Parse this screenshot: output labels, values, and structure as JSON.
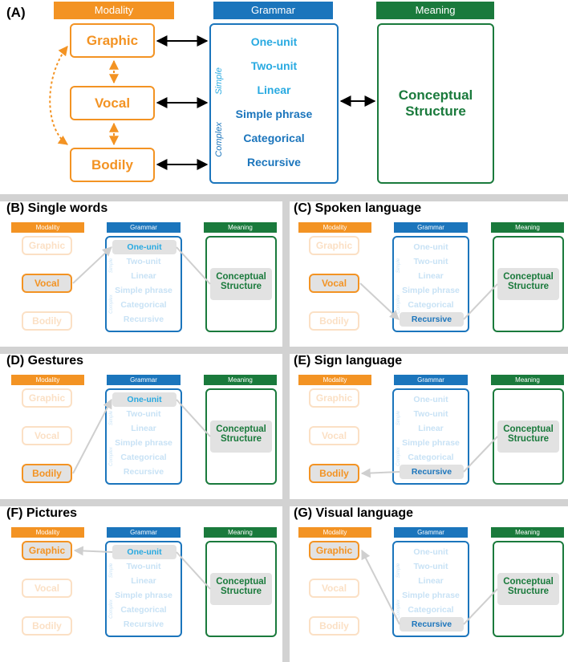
{
  "colors": {
    "modality": "#f39323",
    "grammar": "#1b75bc",
    "meaning": "#1a7a3c",
    "grammar_text": "#1b75bc",
    "simple_text": "#29aae1",
    "faded_modality": "#fbe0c5",
    "faded_grammar": "#c8e2f5",
    "highlight_bg": "#e2e2e2",
    "divider": "#d2d2d2"
  },
  "panelA": {
    "label": "(A)",
    "header_modality": "Modality",
    "header_grammar": "Grammar",
    "header_meaning": "Meaning",
    "modalities": [
      "Graphic",
      "Vocal",
      "Bodily"
    ],
    "grammar_items": [
      "One-unit",
      "Two-unit",
      "Linear",
      "Simple phrase",
      "Categorical",
      "Recursive"
    ],
    "simple_label": "Simple",
    "complex_label": "Complex",
    "meaning": "Conceptual Structure"
  },
  "panels": [
    {
      "id": "B",
      "label": "(B) Single words",
      "active_modality": "Vocal",
      "active_grammar": "One-unit"
    },
    {
      "id": "C",
      "label": "(C) Spoken language",
      "active_modality": "Vocal",
      "active_grammar": "Recursive"
    },
    {
      "id": "D",
      "label": "(D) Gestures",
      "active_modality": "Bodily",
      "active_grammar": "One-unit"
    },
    {
      "id": "E",
      "label": "(E) Sign language",
      "active_modality": "Bodily",
      "active_grammar": "Recursive"
    },
    {
      "id": "F",
      "label": "(F) Pictures",
      "active_modality": "Graphic",
      "active_grammar": "One-unit"
    },
    {
      "id": "G",
      "label": "(G) Visual language",
      "active_modality": "Graphic",
      "active_grammar": "Recursive"
    }
  ],
  "small": {
    "header_modality": "Modality",
    "header_grammar": "Grammar",
    "header_meaning": "Meaning",
    "modalities": [
      "Graphic",
      "Vocal",
      "Bodily"
    ],
    "grammar_items": [
      "One-unit",
      "Two-unit",
      "Linear",
      "Simple phrase",
      "Categorical",
      "Recursive"
    ],
    "simple_label": "Simple",
    "complex_label": "Complex",
    "meaning_line1": "Conceptual",
    "meaning_line2": "Structure"
  }
}
